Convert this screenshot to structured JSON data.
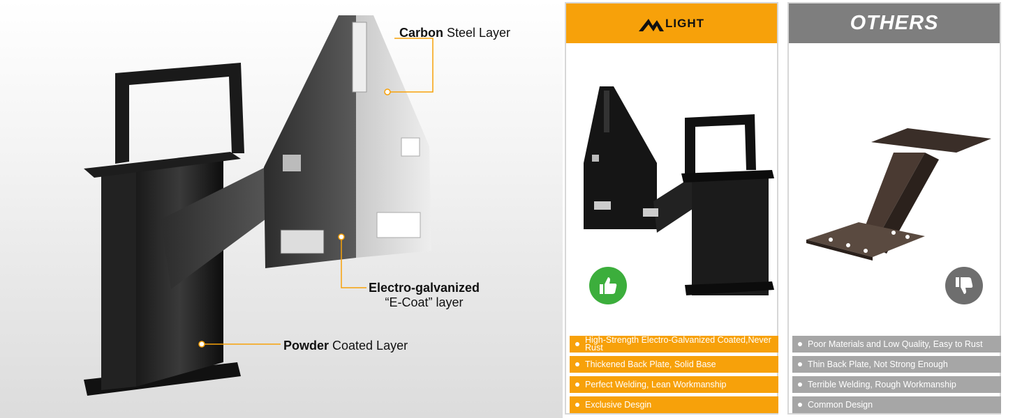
{
  "left": {
    "callouts": {
      "carbon_bold": "Carbon",
      "carbon_rest": " Steel Layer",
      "electro_bold": "Electro-galvanized",
      "electro_sub": "“E-Coat” layer",
      "powder_bold": "Powder",
      "powder_rest": " Coated Layer"
    },
    "callout_color": "#f7a10a"
  },
  "mlight_panel": {
    "logo_text": "LIGHT",
    "features": [
      "High-Strength Electro-Galvanized Coated,Never Rust",
      "Thickened Back Plate, Solid Base",
      "Perfect Welding, Lean Workmanship",
      "Exclusive Desgin"
    ],
    "thumb_icon": "thumbs-up-icon",
    "accent": "#f7a10a"
  },
  "others_panel": {
    "title": "OTHERS",
    "features": [
      "Poor Materials and Low Quality, Easy to Rust",
      "Thin Back Plate, Not Strong Enough",
      "Terrible Welding, Rough Workmanship",
      "Common Design"
    ],
    "thumb_icon": "thumbs-down-icon",
    "accent": "#7e7e7e"
  }
}
